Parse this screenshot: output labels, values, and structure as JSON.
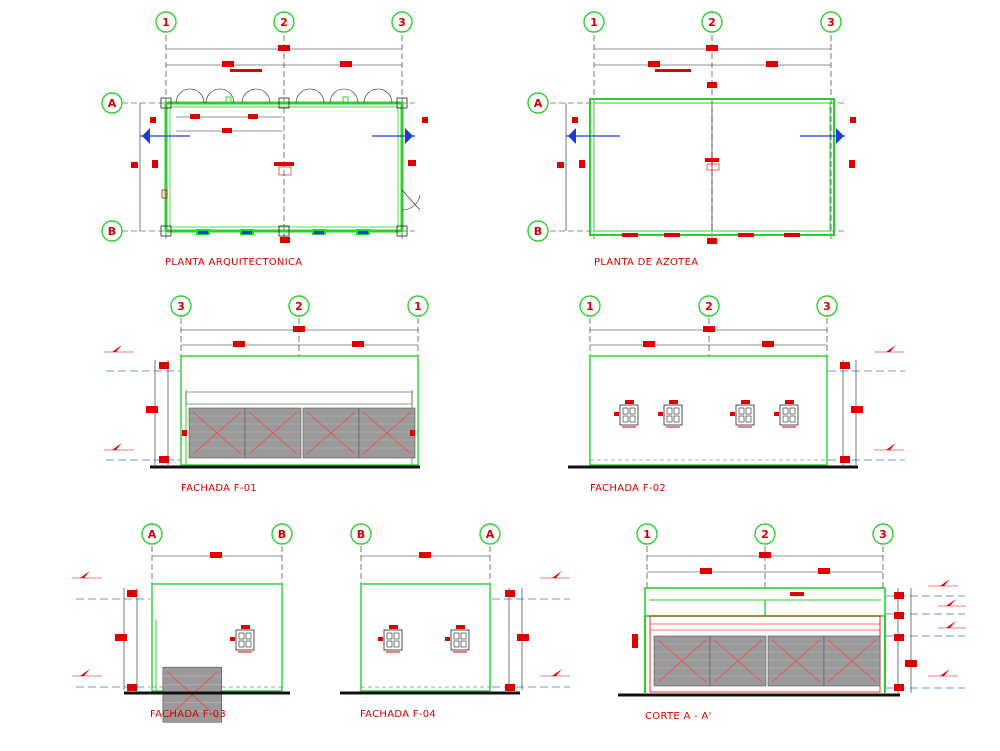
{
  "drawing_titles": {
    "planta_arq": "PLANTA ARQUITECTONICA",
    "planta_azotea": "PLANTA DE AZOTEA",
    "fachada_f01": "FACHADA F-01",
    "fachada_f02": "FACHADA F-02",
    "fachada_f03": "FACHADA F-03",
    "fachada_f04": "FACHADA F-04",
    "corte_aa": "CORTE  A - A'"
  },
  "axes": {
    "n1": "1",
    "n2": "2",
    "n3": "3",
    "a": "A",
    "b": "B"
  },
  "colors": {
    "wall": "#2bd12b",
    "dim": "#222222",
    "annotation": "#e00000",
    "axis_bubble": "#2bd12b",
    "level_line": "#3a7bd5",
    "shutter": "#8c8c8c",
    "section_marker": "#1a3fd0"
  }
}
